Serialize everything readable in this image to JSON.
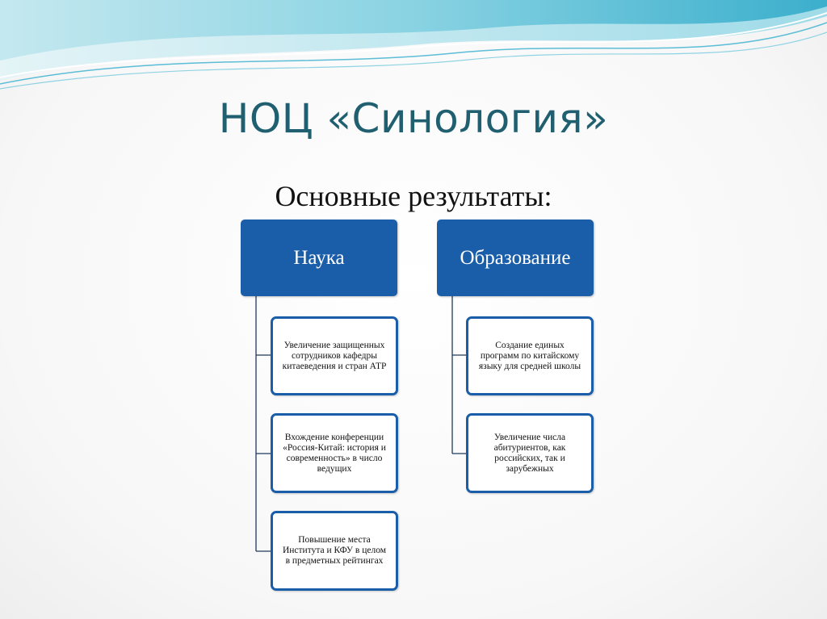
{
  "title": "НОЦ «Синология»",
  "subtitle": "Основные результаты:",
  "columns": [
    {
      "header": "Наука",
      "items": [
        "Увеличение защищенных сотрудников кафедры китаеведения и стран АТР",
        "Вхождение конференции «Россия-Китай: история и современность» в число ведущих",
        "Повышение места Института и КФУ в целом в предметных рейтингах"
      ]
    },
    {
      "header": "Образование",
      "items": [
        "Создание единых программ по китайскому языку для средней школы",
        "Увеличение числа абитуриентов, как российских, так и зарубежных"
      ]
    }
  ],
  "colors": {
    "title": "#1f5f70",
    "header_fill": "#1a5ea9",
    "box_border": "#1a5ea9"
  }
}
